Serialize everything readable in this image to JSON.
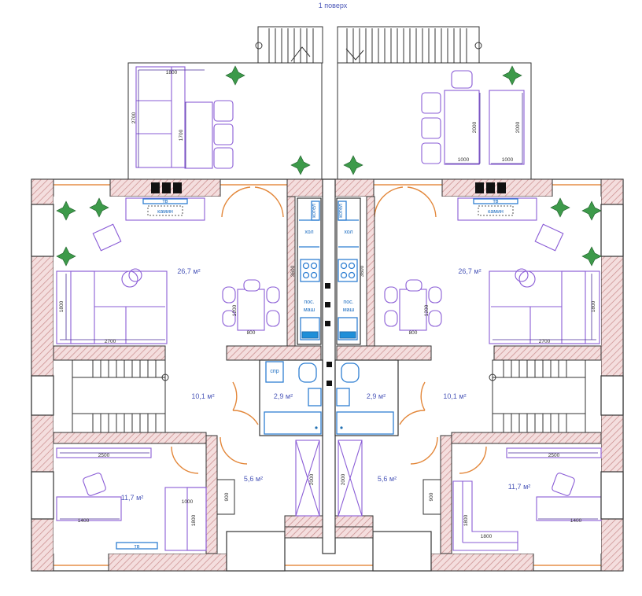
{
  "title": "1 поверх",
  "areas": {
    "living": "26,7 м²",
    "hall": "10,1 м²",
    "bath": "2,9 м²",
    "corridor": "5,6 м²",
    "bedroom": "11,7 м²"
  },
  "kitchen_labels": {
    "boiler": "котел",
    "fridge": "хол",
    "dishwasher_line1": "пос.",
    "dishwasher_line2": "маш"
  },
  "labels": {
    "tv": "тв",
    "fireplace": "камин",
    "washer": "спр"
  },
  "dimensions": {
    "d1800": "1800",
    "d2700": "2700",
    "d1700": "1700",
    "d2000": "2000",
    "d1000": "1000",
    "d3600": "3600",
    "d1200": "1200",
    "d800": "800",
    "d2500": "2500",
    "d1400": "1400",
    "d900": "900"
  }
}
